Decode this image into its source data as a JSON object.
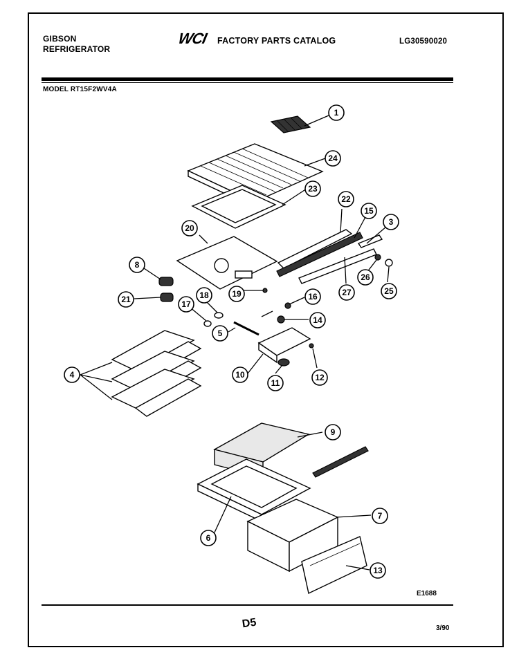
{
  "header": {
    "brand_line1": "GIBSON",
    "brand_line2": "REFRIGERATOR",
    "logo_text": "WCI",
    "catalog_title": "FACTORY PARTS CATALOG",
    "catalog_number": "LG30590020",
    "model_line": "MODEL RT15F2WV4A"
  },
  "footer": {
    "figure_code": "E1688",
    "page_number": "D5",
    "date_code": "3/90"
  },
  "callouts": [
    {
      "id": "c1",
      "label": "1"
    },
    {
      "id": "c24",
      "label": "24"
    },
    {
      "id": "c23",
      "label": "23"
    },
    {
      "id": "c22",
      "label": "22"
    },
    {
      "id": "c15",
      "label": "15"
    },
    {
      "id": "c3",
      "label": "3"
    },
    {
      "id": "c20",
      "label": "20"
    },
    {
      "id": "c8",
      "label": "8"
    },
    {
      "id": "c21",
      "label": "21"
    },
    {
      "id": "c18",
      "label": "18"
    },
    {
      "id": "c17",
      "label": "17"
    },
    {
      "id": "c19",
      "label": "19"
    },
    {
      "id": "c16",
      "label": "16"
    },
    {
      "id": "c14",
      "label": "14"
    },
    {
      "id": "c26",
      "label": "26"
    },
    {
      "id": "c25",
      "label": "25"
    },
    {
      "id": "c27",
      "label": "27"
    },
    {
      "id": "c5",
      "label": "5"
    },
    {
      "id": "c4",
      "label": "4"
    },
    {
      "id": "c10",
      "label": "10"
    },
    {
      "id": "c11",
      "label": "11"
    },
    {
      "id": "c12",
      "label": "12"
    },
    {
      "id": "c9",
      "label": "9"
    },
    {
      "id": "c7",
      "label": "7"
    },
    {
      "id": "c6",
      "label": "6"
    },
    {
      "id": "c13",
      "label": "13"
    }
  ]
}
